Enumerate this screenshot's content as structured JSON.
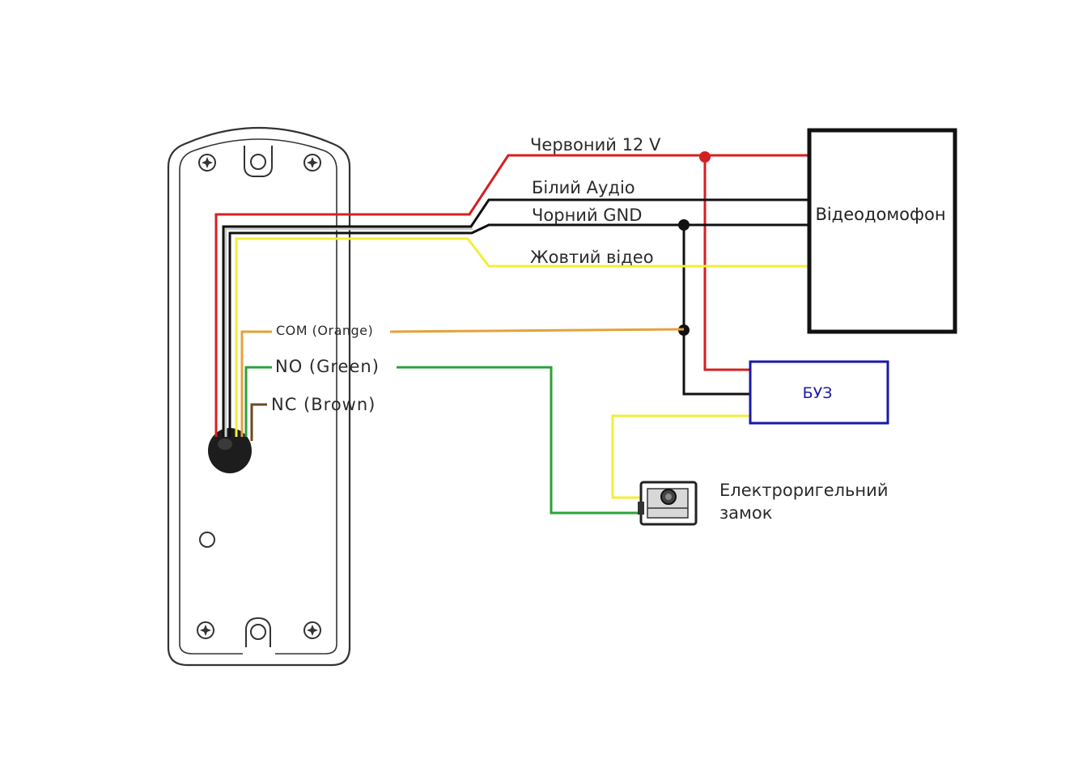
{
  "diagram": {
    "wires": {
      "red": "Червоний 12 V",
      "white": "Білий Аудіо",
      "black": "Чорний GND",
      "yellow": "Жовтий відео"
    },
    "terminals": {
      "com": "COM (Orange)",
      "no": "NO (Green)",
      "nc": "NC (Brown)"
    },
    "devices": {
      "intercom": "Відеодомофон",
      "psu": "БУЗ",
      "lock_line1": "Електроригельний",
      "lock_line2": "замок"
    },
    "colors": {
      "red": "#d42020",
      "black": "#111111",
      "yellow": "#f2ee3a",
      "orange": "#e4a23a",
      "green": "#2aa23a",
      "brown": "#6b4a1e",
      "psu_border": "#1a1aa8",
      "psu_text": "#1a1aa8"
    },
    "icons": [
      "screw-icon",
      "keyhole-icon",
      "button-icon",
      "lock-icon"
    ]
  }
}
